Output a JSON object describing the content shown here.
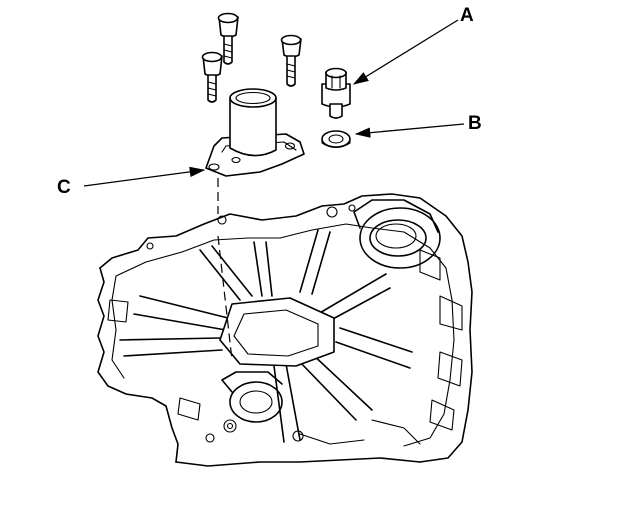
{
  "callouts": {
    "a": "A",
    "b": "B",
    "c": "C"
  },
  "parts": {
    "a": "flange-bolt-icon",
    "b": "sealing-washer-icon",
    "c": "bearing-holder-cover-icon"
  },
  "colors": {
    "line": "#000000",
    "background": "#ffffff"
  }
}
